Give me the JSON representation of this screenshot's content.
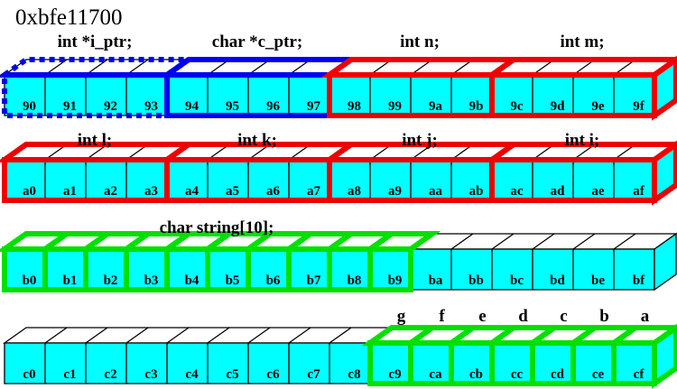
{
  "title": "0xbfe11700",
  "colors": {
    "front_face": "#00ffff",
    "top_face": "#ffffff",
    "line": "#000000",
    "text": "#000000",
    "blue": "#0000ee",
    "red": "#ee0000",
    "green": "#00e000",
    "background": "#ffffff"
  },
  "rows": [
    {
      "name": "row-90",
      "cells": [
        "90",
        "91",
        "92",
        "93",
        "94",
        "95",
        "96",
        "97",
        "98",
        "99",
        "9a",
        "9b",
        "9c",
        "9d",
        "9e",
        "9f"
      ],
      "groups": [
        {
          "label": "int *i_ptr;",
          "start": 0,
          "end": 3,
          "color": "blue",
          "style": "dashed"
        },
        {
          "label": "char *c_ptr;",
          "start": 4,
          "end": 7,
          "color": "blue",
          "style": "solid"
        },
        {
          "label": "int n;",
          "start": 8,
          "end": 11,
          "color": "red",
          "style": "solid"
        },
        {
          "label": "int m;",
          "start": 12,
          "end": 15,
          "color": "red",
          "style": "solid",
          "include_end_face": true
        }
      ]
    },
    {
      "name": "row-a0",
      "cells": [
        "a0",
        "a1",
        "a2",
        "a3",
        "a4",
        "a5",
        "a6",
        "a7",
        "a8",
        "a9",
        "aa",
        "ab",
        "ac",
        "ad",
        "ae",
        "af"
      ],
      "groups": [
        {
          "label": "int l;",
          "start": 0,
          "end": 3,
          "color": "red",
          "style": "solid"
        },
        {
          "label": "int k;",
          "start": 4,
          "end": 7,
          "color": "red",
          "style": "solid"
        },
        {
          "label": "int j;",
          "start": 8,
          "end": 11,
          "color": "red",
          "style": "solid"
        },
        {
          "label": "int i;",
          "start": 12,
          "end": 15,
          "color": "red",
          "style": "solid",
          "include_end_face": true
        }
      ]
    },
    {
      "name": "row-b0",
      "cells": [
        "b0",
        "b1",
        "b2",
        "b3",
        "b4",
        "b5",
        "b6",
        "b7",
        "b8",
        "b9",
        "ba",
        "bb",
        "bc",
        "bd",
        "be",
        "bf"
      ],
      "groups": [
        {
          "label": "char string[10];",
          "start": 0,
          "end": 9,
          "color": "green",
          "style": "per-cell"
        }
      ]
    },
    {
      "name": "row-c0",
      "cells": [
        "c0",
        "c1",
        "c2",
        "c3",
        "c4",
        "c5",
        "c6",
        "c7",
        "c8",
        "c9",
        "ca",
        "cb",
        "cc",
        "cd",
        "ce",
        "cf"
      ],
      "groups": [
        {
          "label": "",
          "start": 9,
          "end": 15,
          "color": "green",
          "style": "per-cell",
          "include_end_face": true,
          "cell_letters": [
            "g",
            "f",
            "e",
            "d",
            "c",
            "b",
            "a"
          ]
        }
      ]
    }
  ]
}
